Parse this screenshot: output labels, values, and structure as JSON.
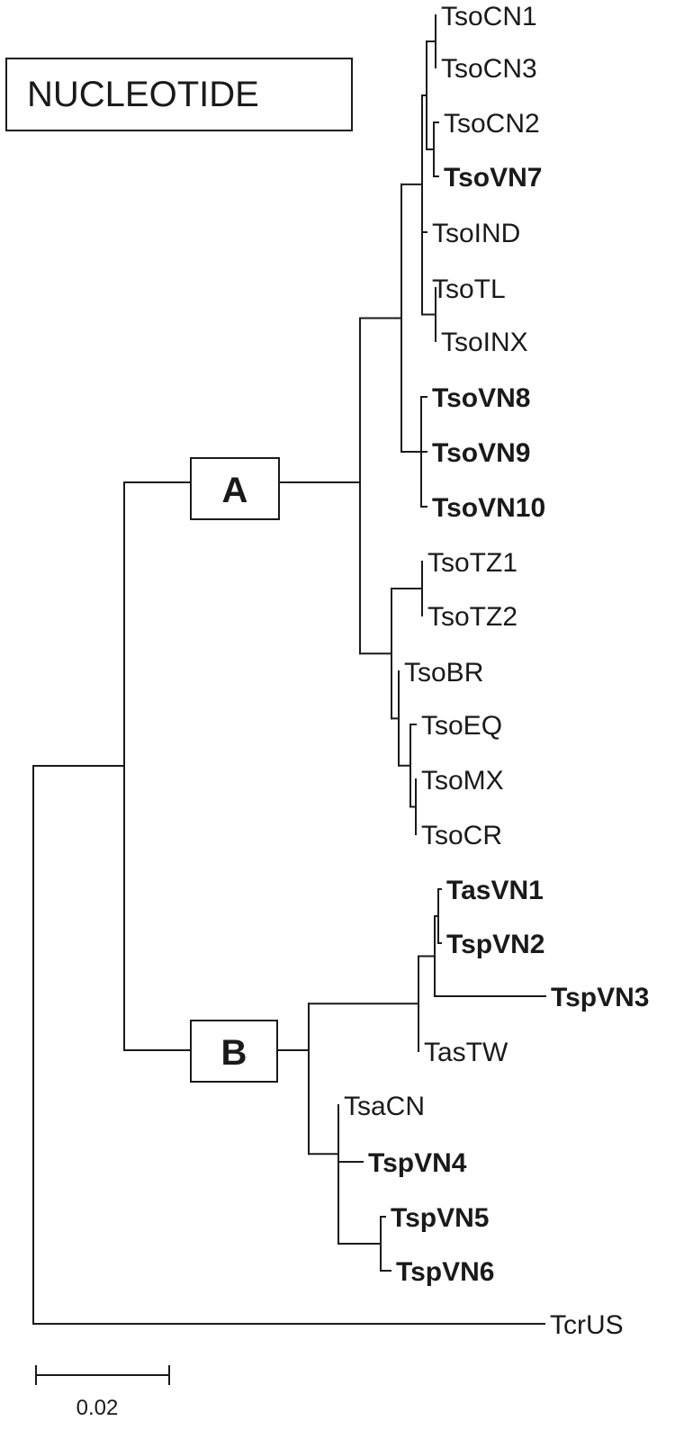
{
  "title": "NUCLEOTIDE",
  "clade_labels": {
    "a": "A",
    "b": "B"
  },
  "scale_bar": {
    "label": "0.02"
  },
  "leaves": {
    "TsoCN1": {
      "label": "TsoCN1",
      "bold": false
    },
    "TsoCN3": {
      "label": "TsoCN3",
      "bold": false
    },
    "TsoCN2": {
      "label": "TsoCN2",
      "bold": false
    },
    "TsoVN7": {
      "label": "TsoVN7",
      "bold": true
    },
    "TsoIND": {
      "label": "TsoIND",
      "bold": false
    },
    "TsoTL": {
      "label": "TsoTL",
      "bold": false
    },
    "TsoINX": {
      "label": "TsoINX",
      "bold": false
    },
    "TsoVN8": {
      "label": "TsoVN8",
      "bold": true
    },
    "TsoVN9": {
      "label": "TsoVN9",
      "bold": true
    },
    "TsoVN10": {
      "label": "TsoVN10",
      "bold": true
    },
    "TsoTZ1": {
      "label": "TsoTZ1",
      "bold": false
    },
    "TsoTZ2": {
      "label": "TsoTZ2",
      "bold": false
    },
    "TsoBR": {
      "label": "TsoBR",
      "bold": false
    },
    "TsoEQ": {
      "label": "TsoEQ",
      "bold": false
    },
    "TsoMX": {
      "label": "TsoMX",
      "bold": false
    },
    "TsoCR": {
      "label": "TsoCR",
      "bold": false
    },
    "TasVN1": {
      "label": "TasVN1",
      "bold": true
    },
    "TspVN2": {
      "label": "TspVN2",
      "bold": true
    },
    "TspVN3": {
      "label": "TspVN3",
      "bold": true
    },
    "TasTW": {
      "label": "TasTW",
      "bold": false
    },
    "TsaCN": {
      "label": "TsaCN",
      "bold": false
    },
    "TspVN4": {
      "label": "TspVN4",
      "bold": true
    },
    "TspVN5": {
      "label": "TspVN5",
      "bold": true
    },
    "TspVN6": {
      "label": "TspVN6",
      "bold": true
    },
    "TcrUS": {
      "label": "TcrUS",
      "bold": false
    }
  }
}
